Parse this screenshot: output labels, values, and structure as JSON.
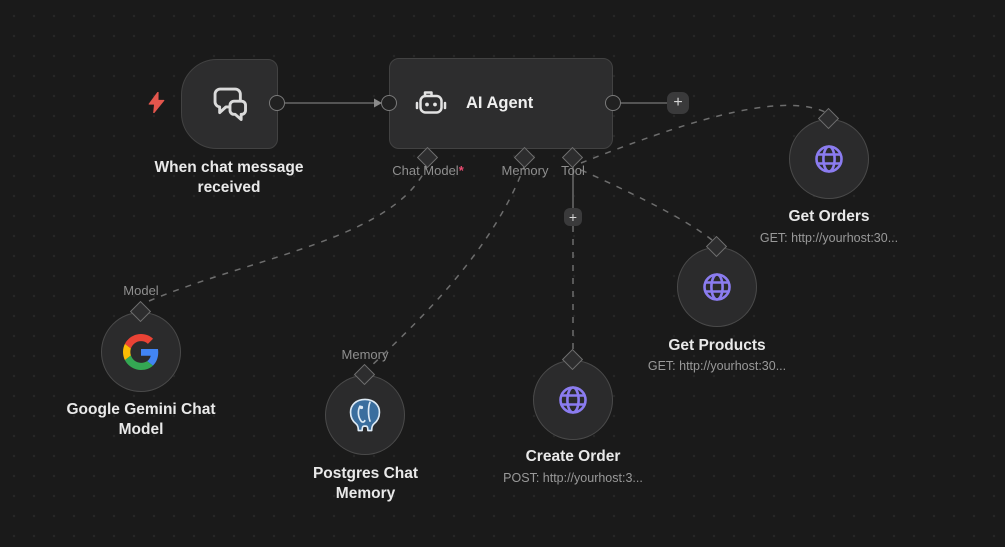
{
  "ui": {
    "plus": "+"
  },
  "nodes": {
    "chat_trigger": {
      "label": "When chat message received",
      "icon": "chat-bubbles-icon",
      "trigger_icon": "lightning-bolt-icon"
    },
    "ai_agent": {
      "title": "AI Agent",
      "icon": "robot-icon",
      "ports": [
        {
          "label": "Chat Model",
          "required": "*"
        },
        {
          "label": "Memory",
          "required": ""
        },
        {
          "label": "Tool",
          "required": ""
        }
      ]
    },
    "google_gemini_chat_model": {
      "label": "Google Gemini Chat Model",
      "port_label": "Model",
      "icon": "google-g-icon"
    },
    "postgres_chat_memory": {
      "label": "Postgres Chat Memory",
      "port_label": "Memory",
      "icon": "postgres-elephant-icon"
    },
    "create_order": {
      "label": "Create Order",
      "sublabel": "POST: http://yourhost:3...",
      "icon": "globe-icon"
    },
    "get_products": {
      "label": "Get Products",
      "sublabel": "GET: http://yourhost:30...",
      "icon": "globe-icon"
    },
    "get_orders": {
      "label": "Get Orders",
      "sublabel": "GET: http://yourhost:30...",
      "icon": "globe-icon"
    }
  },
  "colors": {
    "canvas_bg": "#1a1a1a",
    "node_bg": "#2d2d2e",
    "node_border": "#424242",
    "accent_purple": "#8b7cf0",
    "required_red": "#ea4b71",
    "bolt_red": "#e4564d",
    "label_text": "#e9e9e9",
    "muted_text": "#999999",
    "google_blue": "#4285F4",
    "google_red": "#EA4335",
    "google_yellow": "#FBBC05",
    "google_green": "#34A853",
    "postgres_blue": "#3a6e9e"
  }
}
